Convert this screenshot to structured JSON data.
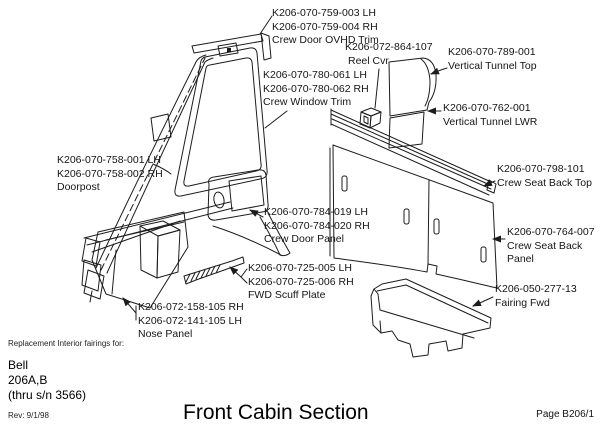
{
  "title": "Front Cabin Section",
  "page_ref": "Page B206/1",
  "revision": "Rev: 9/1/98",
  "applicability": {
    "note": "Replacement Interior fairings for:",
    "make": "Bell",
    "model": "206A,B",
    "serial": "(thru s/n 3566)"
  },
  "labels": {
    "crew_door_ovhd_trim": [
      "K206-070-759-003 LH",
      "K206-070-759-004 RH",
      "Crew Door OVHD Trim"
    ],
    "reel_cvr": [
      "K206-072-864-107",
      "Reel Cvr"
    ],
    "vertical_tunnel_top": [
      "K206-070-789-001",
      "Vertical Tunnel Top"
    ],
    "crew_window_trim": [
      "K206-070-780-061 LH",
      "K206-070-780-062 RH",
      "Crew Window Trim"
    ],
    "vertical_tunnel_lwr": [
      "K206-070-762-001",
      "Vertical Tunnel LWR"
    ],
    "doorpost": [
      "K206-070-758-001 LH",
      "K206-070-758-002 RH",
      "Doorpost"
    ],
    "crew_seat_back_top": [
      "K206-070-798-101",
      "Crew Seat Back Top"
    ],
    "crew_door_panel": [
      "K206-070-784-019 LH",
      "K206-070-784-020 RH",
      "Crew Door Panel"
    ],
    "crew_seat_back_panel": [
      "K206-070-764-007",
      "Crew Seat Back",
      "Panel"
    ],
    "fwd_scuff_plate": [
      "K206-070-725-005 LH",
      "K206-070-725-006 RH",
      "FWD Scuff Plate"
    ],
    "fairing_fwd": [
      "K206-050-277-13",
      "Fairing Fwd"
    ],
    "nose_panel": [
      "K206-072-158-105 RH",
      "K206-072-141-105 LH",
      "Nose Panel"
    ]
  },
  "diagram": {
    "line_color": "#1c1c1c",
    "background": "#ffffff"
  }
}
